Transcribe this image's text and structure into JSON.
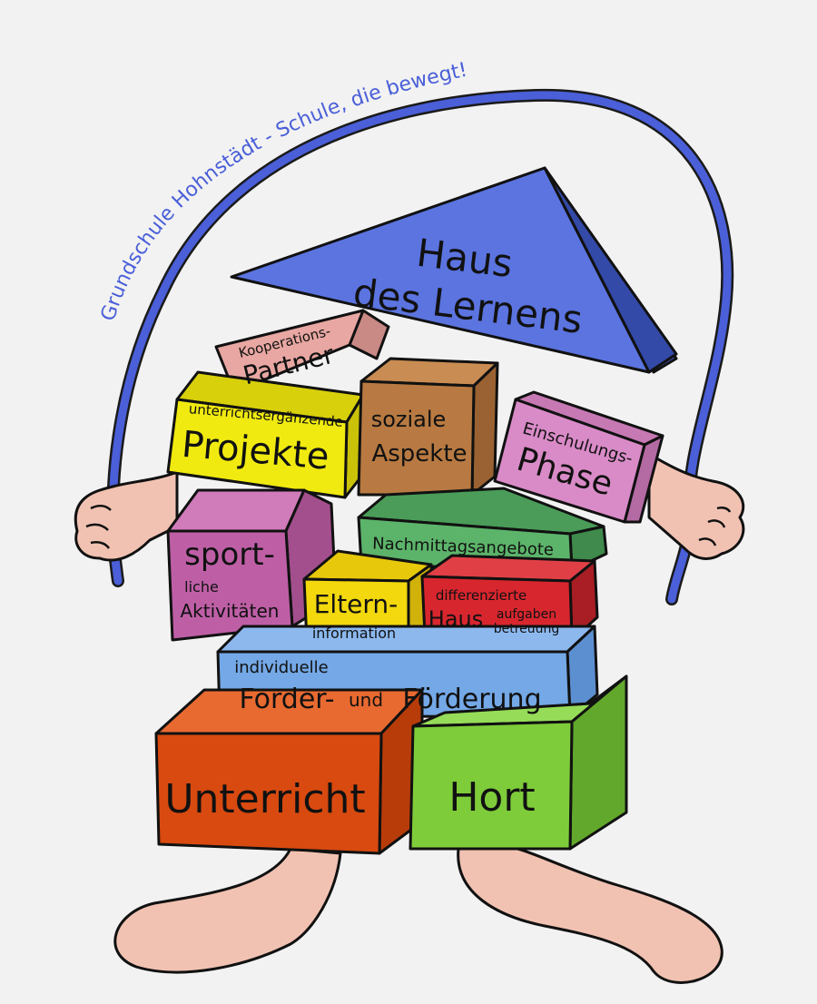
{
  "arc_text": "Grundschule Hohnstädt - Schule, die bewegt!",
  "blocks": {
    "roof": {
      "line1": "Haus",
      "line2": "des Lernens"
    },
    "kooperation": {
      "line1": "Kooperations-",
      "line2": "Partner"
    },
    "projekte": {
      "line1": "unterrichtsergänzende",
      "line2": "Projekte"
    },
    "soziale": {
      "line1": "soziale",
      "line2": "Aspekte"
    },
    "einschulung": {
      "line1": "Einschulungs-",
      "line2": "Phase"
    },
    "nachmittag": {
      "line1": "Nachmittagsangebote"
    },
    "sport": {
      "line1": "sport-",
      "line2": "liche",
      "line3": "Aktivitäten"
    },
    "eltern": {
      "line1": "Eltern-",
      "line2": "information"
    },
    "haus": {
      "line1": "differenzierte",
      "line2": "Haus",
      "line3": "aufgaben",
      "line4": "betreuung"
    },
    "forder": {
      "line1": "individuelle",
      "line2": "Forder-",
      "line3": "und",
      "line4": "Förderung"
    },
    "unterricht": {
      "line1": "Unterricht"
    },
    "hort": {
      "line1": "Hort"
    }
  },
  "colors": {
    "rope": "#4a5fd8",
    "roof": "#5b74e0",
    "kooperation": "#e8a7a2",
    "projekte": "#f0ea10",
    "soziale": "#b87a42",
    "einschulung": "#d98bc7",
    "nachmittag": "#5cb46a",
    "sport": "#be5fa6",
    "eltern": "#f2d80c",
    "haus": "#d8262e",
    "forder": "#74a8e6",
    "unterricht": "#d84a10",
    "hort": "#7ecc3a",
    "skin": "#f1c2b2"
  }
}
